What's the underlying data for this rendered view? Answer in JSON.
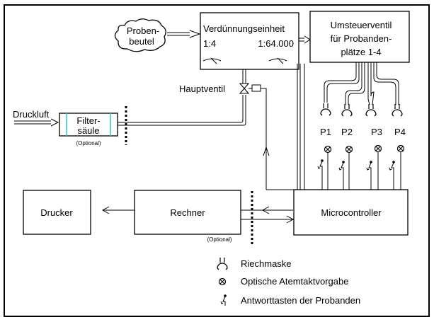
{
  "labels": {
    "probenbeutel_1": "Proben-",
    "probenbeutel_2": "beutel",
    "verduennung_title": "Verdünnungseinheit",
    "verduennung_ratio_low": "1:4",
    "verduennung_ratio_high": "1:64.000",
    "umsteuer_1": "Umsteuerventil",
    "umsteuer_2": "für Probanden-",
    "umsteuer_3": "plätze 1-4",
    "hauptventil": "Hauptventil",
    "druckluft": "Druckluft",
    "filter_1": "Filter-",
    "filter_2": "säule",
    "filter_optional": "(Optional)",
    "p1": "P1",
    "p2": "P2",
    "p3": "P3",
    "p4": "P4",
    "drucker": "Drucker",
    "rechner": "Rechner",
    "rechner_optional": "(Optional)",
    "microcontroller": "Microcontroller"
  },
  "legend": [
    {
      "icon": "riechmaske-icon",
      "label": "Riechmaske"
    },
    {
      "icon": "optische-atemtaktvorgabe-icon",
      "label": "Optische Atemtaktvorgabe"
    },
    {
      "icon": "antworttaste-icon",
      "label": "Antworttasten der Probanden"
    }
  ],
  "colors": {
    "line": "#000000",
    "filter_accent": "#33c3c8",
    "background": "#ffffff"
  }
}
